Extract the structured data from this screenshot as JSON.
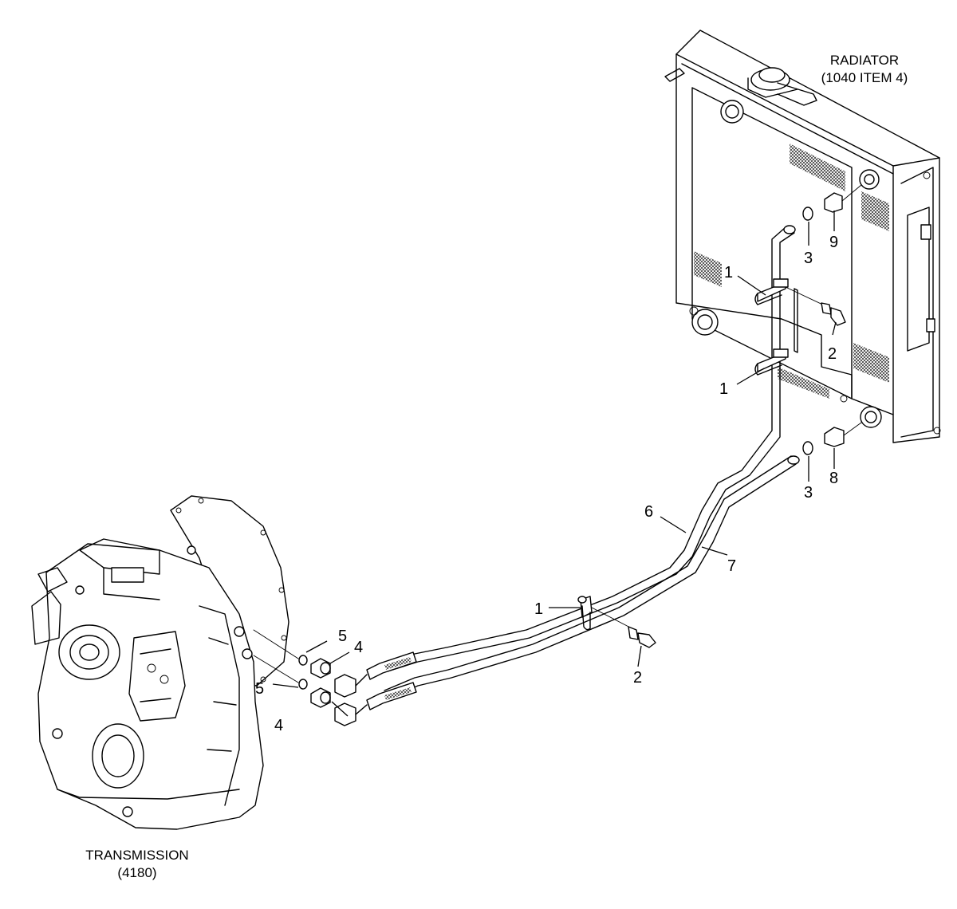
{
  "components": {
    "radiator": {
      "name": "RADIATOR",
      "reference": "(1040 ITEM 4)"
    },
    "transmission": {
      "name": "TRANSMISSION",
      "reference": "(4180)"
    }
  },
  "callouts": {
    "clamp_upper": "1",
    "clamp_middle": "1",
    "clamp_lower": "1",
    "bolt_upper": "2",
    "bolt_lower": "2",
    "washer_upper": "3",
    "washer_lower": "3",
    "fitting_upper": "4",
    "fitting_lower": "4",
    "oring_upper": "5",
    "oring_lower": "5",
    "tube_6": "6",
    "tube_7": "7",
    "elbow_8": "8",
    "elbow_9": "9"
  }
}
